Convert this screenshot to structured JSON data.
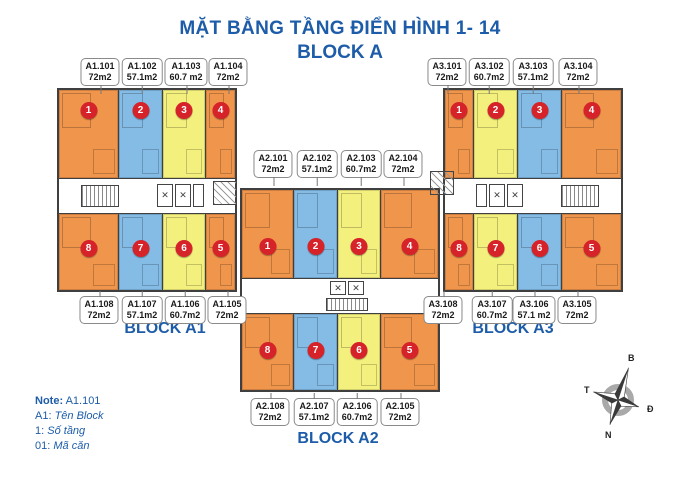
{
  "title": {
    "line1": "MẶT BẰNG TẦNG ĐIỂN HÌNH 1- 14",
    "line2": "BLOCK A"
  },
  "blocks": {
    "a1": {
      "label": "BLOCK A1",
      "top": [
        {
          "num": "1",
          "code": "A1.101",
          "area": "72m2",
          "color": "orange"
        },
        {
          "num": "2",
          "code": "A1.102",
          "area": "57.1m2",
          "color": "blue"
        },
        {
          "num": "3",
          "code": "A1.103",
          "area": "60.7 m2",
          "color": "yellow"
        },
        {
          "num": "4",
          "code": "A1.104",
          "area": "72m2",
          "color": "orange"
        }
      ],
      "bottom": [
        {
          "num": "8",
          "code": "A1.108",
          "area": "72m2",
          "color": "orange"
        },
        {
          "num": "7",
          "code": "A1.107",
          "area": "57.1m2",
          "color": "blue"
        },
        {
          "num": "6",
          "code": "A1.106",
          "area": "60.7m2",
          "color": "yellow"
        },
        {
          "num": "5",
          "code": "A1.105",
          "area": "72m2",
          "color": "orange"
        }
      ]
    },
    "a2": {
      "label": "BLOCK A2",
      "top": [
        {
          "num": "1",
          "code": "A2.101",
          "area": "72m2",
          "color": "orange"
        },
        {
          "num": "2",
          "code": "A2.102",
          "area": "57.1m2",
          "color": "blue"
        },
        {
          "num": "3",
          "code": "A2.103",
          "area": "60.7m2",
          "color": "yellow"
        },
        {
          "num": "4",
          "code": "A2.104",
          "area": "72m2",
          "color": "orange"
        }
      ],
      "bottom": [
        {
          "num": "8",
          "code": "A2.108",
          "area": "72m2",
          "color": "orange"
        },
        {
          "num": "7",
          "code": "A2.107",
          "area": "57.1m2",
          "color": "blue"
        },
        {
          "num": "6",
          "code": "A2.106",
          "area": "60.7m2",
          "color": "yellow"
        },
        {
          "num": "5",
          "code": "A2.105",
          "area": "72m2",
          "color": "orange"
        }
      ]
    },
    "a3": {
      "label": "BLOCK A3",
      "top": [
        {
          "num": "1",
          "code": "A3.101",
          "area": "72m2",
          "color": "orange"
        },
        {
          "num": "2",
          "code": "A3.102",
          "area": "60.7m2",
          "color": "yellow"
        },
        {
          "num": "3",
          "code": "A3.103",
          "area": "57.1m2",
          "color": "blue"
        },
        {
          "num": "4",
          "code": "A3.104",
          "area": "72m2",
          "color": "orange"
        }
      ],
      "bottom": [
        {
          "num": "8",
          "code": "A3.108",
          "area": "72m2",
          "color": "orange"
        },
        {
          "num": "7",
          "code": "A3.107",
          "area": "60.7m2",
          "color": "yellow"
        },
        {
          "num": "6",
          "code": "A3.106",
          "area": "57.1 m2",
          "color": "blue"
        },
        {
          "num": "5",
          "code": "A3.105",
          "area": "72m2",
          "color": "orange"
        }
      ]
    }
  },
  "note": {
    "label": "Note:",
    "example": "A1.101",
    "lines": [
      {
        "prefix": "A1:",
        "text": "Tên Block"
      },
      {
        "prefix": "1:",
        "text": "Số tầng"
      },
      {
        "prefix": "01:",
        "text": "Mã căn"
      }
    ]
  },
  "compass": {
    "north": "B",
    "east": "Đ",
    "south": "N",
    "west": "T"
  },
  "colors": {
    "orange_unit": "#f0954c",
    "blue_unit": "#84bce6",
    "yellow_unit": "#f4f07e",
    "number_badge": "#d6232a",
    "title_blue": "#1d5ca8"
  }
}
